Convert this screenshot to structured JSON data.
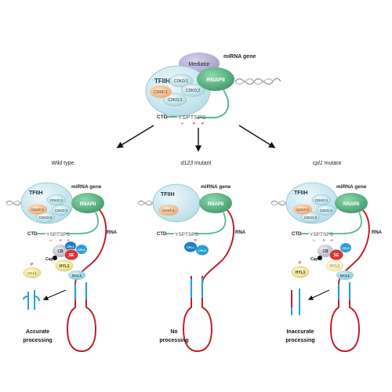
{
  "top": {
    "mirna_gene": "miRNA gene",
    "mediator": "Mediator",
    "tfiih": "TFIIH",
    "rnapii": "RNAPII",
    "cdkd1": "CDKD;1",
    "cdkd2": "CDKD;2",
    "cdkd3": "CDKD;3",
    "cdkf1": "CDKF;1",
    "ctd": "CTD",
    "ctd_seq": "YSPTSPS",
    "p_h": "H",
    "p_p1": "P",
    "p_p2": "P"
  },
  "panels": {
    "wild_type": {
      "title": "Wild type",
      "mirna_gene": "miRNA gene",
      "tfiih": "TFIIH",
      "rnapii": "RNAPII",
      "cdkd1": "CDKD;1",
      "cdkd2": "CDKD;2",
      "cdkd3": "CDKD;3",
      "cdkf1": "CDKF;1",
      "ctd": "CTD",
      "ctd_seq": "YSPTSPS",
      "p_h": "H",
      "p_p1": "P",
      "p_p2": "P",
      "rna": "RNA",
      "cb": "CB",
      "cpl1": "CPL1",
      "cpl2": "CPL2",
      "se": "SE",
      "cap": "Cap",
      "hyl1_free": "HYL1",
      "hyl1_bound": "HYL1",
      "p_hyl": "P",
      "dcl1": "DCL1",
      "outcome_l1": "Accurate",
      "outcome_l2": "processing"
    },
    "d123": {
      "title_italic": "d123",
      "title_rest": " mutant",
      "mirna_gene": "miRNA gene",
      "tfiih": "TFIIH",
      "rnapii": "RNAPII",
      "cdkf1": "CDKF;1",
      "ctd": "CTD",
      "ctd_seq": "YSPTSPS",
      "p_p": "P",
      "rna": "RNA",
      "cpl1": "CPL1",
      "cpl2": "CPL2",
      "outcome_l1": "No",
      "outcome_l2": "processing"
    },
    "cpl1": {
      "title_italic": "cpl1",
      "title_rest": " mutant",
      "mirna_gene": "miRNA gene",
      "tfiih": "TFIIH",
      "rnapii": "RNAPII",
      "cdkd1": "CDKD;1",
      "cdkd2": "CDKD;2",
      "cdkd3": "CDKD;3",
      "cdkf1": "CDKF;1",
      "ctd": "CTD",
      "ctd_seq": "YSPTSPS",
      "p_h": "H",
      "p_p1": "P",
      "p_p2": "P",
      "rna": "RNA",
      "cb": "CB",
      "cpl2": "CPL2",
      "se": "SE",
      "cap": "Cap",
      "hyl1_free": "HYL1",
      "hyl1_bound": "HYL1",
      "p_hyl": "P",
      "dcl1": "DCL1",
      "outcome_l1": "Inaccurate",
      "outcome_l2": "processing"
    }
  },
  "colors": {
    "tfiih_fill": "#cfe9f0",
    "tfiih_stroke": "#7fb9c9",
    "rnapii": "#5cb88a",
    "mediator": "#b9b4d6",
    "cdkf": "#f6c39a",
    "cdkd": "#bfe3e8",
    "rna_red": "#c0202a",
    "rna_blue": "#2a9fd6",
    "ctd_green": "#5cb88a",
    "p_red": "#d63a2a",
    "cpl1": "#1e7fc6",
    "cpl2": "#2a9fd6",
    "se": "#d63a3a",
    "hyl1": "#f3eb9a",
    "cb": "#c4c8d4",
    "dcl1": "#8fd4e0"
  }
}
